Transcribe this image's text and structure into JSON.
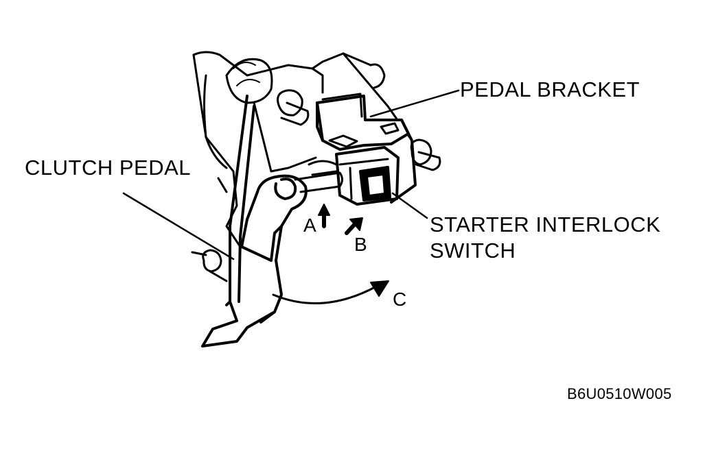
{
  "labels": {
    "pedal_bracket": "PEDAL BRACKET",
    "clutch_pedal": "CLUTCH  PEDAL",
    "starter_interlock_line1": "STARTER INTERLOCK",
    "starter_interlock_line2": "SWITCH",
    "arrow_a": "A",
    "arrow_b": "B",
    "arrow_c": "C"
  },
  "figure_code": "B6U0510W005",
  "colors": {
    "ink": "#000000",
    "paper": "#ffffff"
  }
}
